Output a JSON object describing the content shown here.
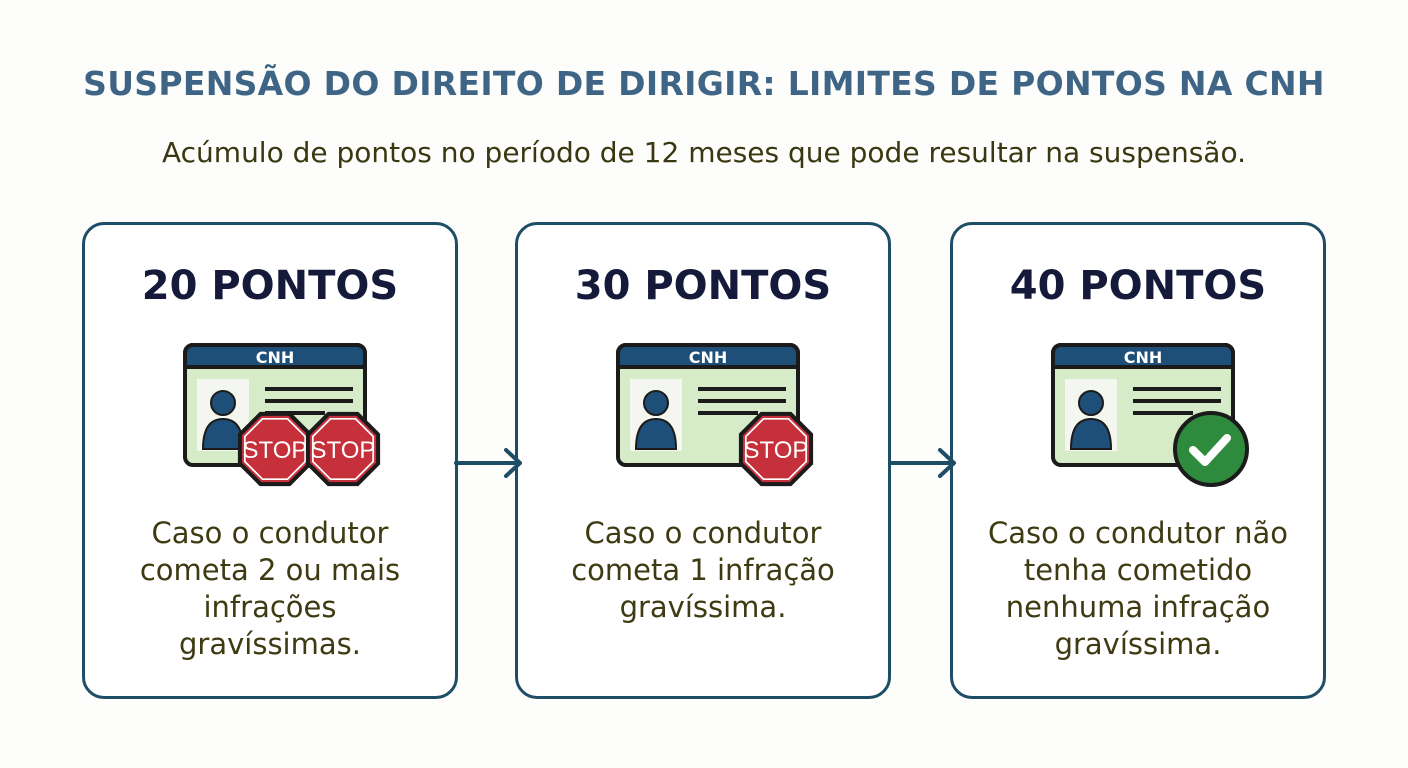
{
  "title": "SUSPENSÃO DO DIREITO DE DIRIGIR: LIMITES DE PONTOS NA CNH",
  "subtitle": "Acúmulo de pontos no período de 12 meses que pode resultar na suspensão.",
  "card_label": "CNH",
  "stop_label": "STOP",
  "panels": [
    {
      "heading": "20 PONTOS",
      "text": "Caso o condutor cometa 2 ou mais infrações gravíssimas.",
      "icon": "two-stop-signs"
    },
    {
      "heading": "30 PONTOS",
      "text": "Caso o condutor cometa 1 infração gravíssima.",
      "icon": "one-stop-sign"
    },
    {
      "heading": "40 PONTOS",
      "text": "Caso o condutor não tenha cometido nenhuma infração gravíssima.",
      "icon": "check-mark"
    }
  ],
  "colors": {
    "title": "#3f6586",
    "border": "#1e4d66",
    "stop": "#c5303a",
    "check": "#2e8b3e",
    "card_bg": "#d6ecc9"
  }
}
